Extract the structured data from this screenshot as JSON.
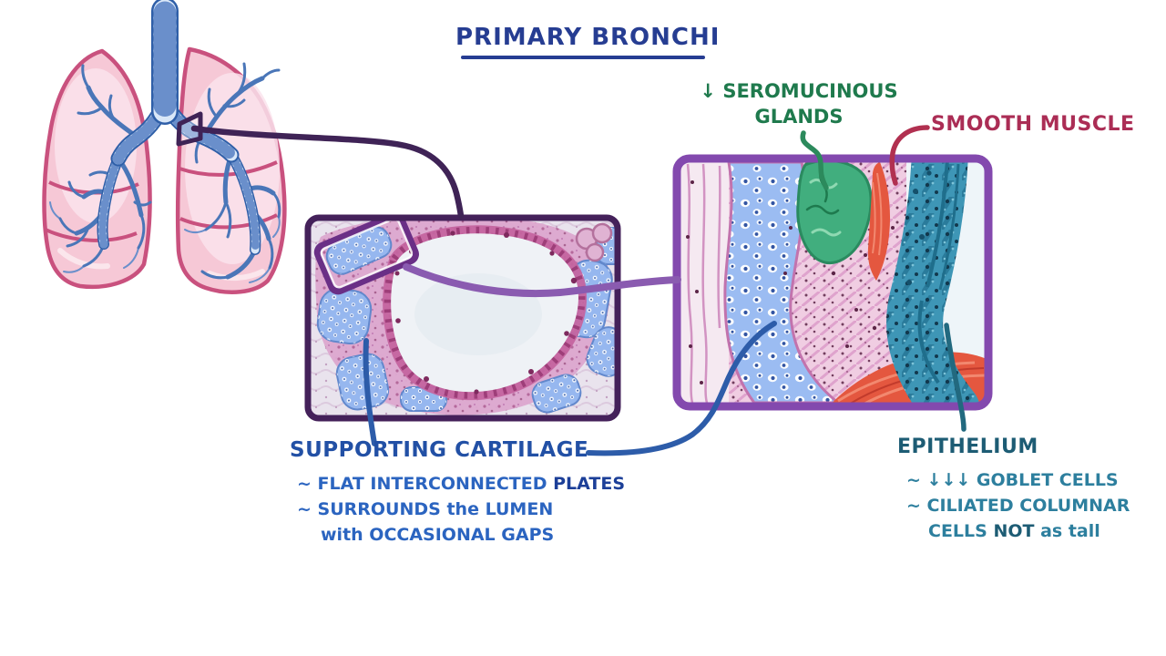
{
  "title": {
    "text": "PRIMARY BRONCHI",
    "color": "#263d92"
  },
  "labels": {
    "seromucinous_line1": "↓ SEROMUCINOUS",
    "seromucinous_line2": "GLANDS",
    "seromucinous_color": "#1f7a4d",
    "smooth_muscle": "SMOOTH MUSCLE",
    "smooth_muscle_color": "#ab2d55",
    "cartilage_heading": "SUPPORTING CARTILAGE",
    "cartilage_heading_color": "#2250a5",
    "cartilage_b1_pre": "~ FLAT INTERCONNECTED ",
    "cartilage_b1_bold": "PLATES",
    "cartilage_b2": "~ SURROUNDS the LUMEN",
    "cartilage_b3": "with OCCASIONAL GAPS",
    "cartilage_bullets_color": "#2b64c0",
    "epithelium_heading": "EPITHELIUM",
    "epithelium_heading_color": "#1d5c74",
    "epithelium_b1": "~ ↓↓↓ GOBLET CELLS",
    "epithelium_b2": "~ CILIATED COLUMNAR",
    "epithelium_b3_pre": "CELLS ",
    "epithelium_b3_bold": "NOT",
    "epithelium_b3_post": " as tall",
    "epithelium_bullets_color": "#2d7f9e"
  },
  "figures": {
    "lungs_illustration": "lungs with trachea and bronchial tree, biopsy marker at right primary bronchus",
    "panel_overview": "low magnification bronchus cross-section: lumen ringed by mucosa and blue cartilage plates",
    "panel_magnified": "high magnification bronchial wall: cartilage, seromucinous gland (green), smooth muscle (red), ciliated epithelium (teal)"
  },
  "colors": {
    "lung_fill": "#f6c8d6",
    "lung_outline": "#c9517e",
    "bronchi_blue": "#2f5fa8",
    "panel1_border": "#44215a",
    "panel2_border": "#8349ae",
    "connector_dark_purple": "#3f2356",
    "connector_medium_purple": "#8a5bb0",
    "connector_blue": "#2d5ca9",
    "connector_green": "#2c8a5c",
    "connector_red": "#b13050",
    "connector_teal": "#22697f",
    "cartilage_blue": "#9bbcf2",
    "gland_green": "#41ae7e",
    "muscle_red": "#e4573f",
    "epithelium_teal": "#3e96b6"
  }
}
